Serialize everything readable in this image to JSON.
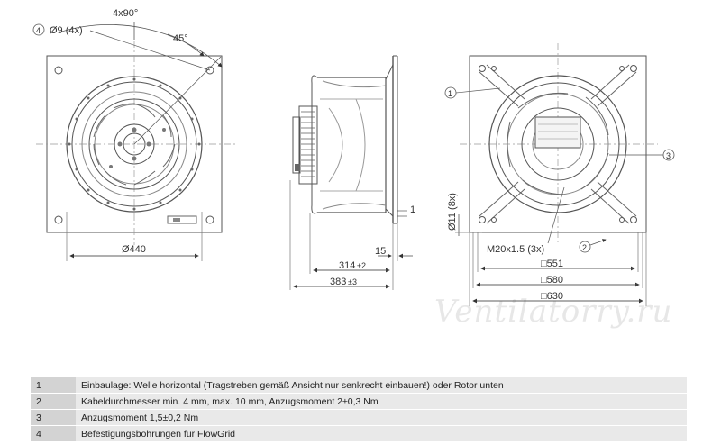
{
  "front_view": {
    "angle_pattern": "4x90°",
    "angle": "45°",
    "hole_callout_num": "4",
    "hole_callout": "Ø9 (4x)",
    "diameter": "Ø440"
  },
  "side_view": {
    "flange": "15",
    "depth_1": "314",
    "tol_1": "±2",
    "depth_2": "383",
    "tol_2": "±3",
    "callout_1": "1"
  },
  "rear_view": {
    "callout_1": "1",
    "callout_2": "2",
    "callout_3": "3",
    "hole_dim": "Ø11 (8x)",
    "thread": "M20x1.5 (3x)",
    "dim_551": "□551",
    "dim_580": "□580",
    "dim_630": "□630"
  },
  "watermark": "Ventilatorry.ru",
  "notes": [
    {
      "num": "1",
      "text": "Einbaulage: Welle horizontal (Tragstreben gemäß Ansicht nur senkrecht einbauen!) oder Rotor unten"
    },
    {
      "num": "2",
      "text": "Kabeldurchmesser min. 4 mm, max. 10 mm, Anzugsmoment 2±0,3 Nm"
    },
    {
      "num": "3",
      "text": "Anzugsmoment 1,5±0,2 Nm"
    },
    {
      "num": "4",
      "text": "Befestigungsbohrungen für FlowGrid"
    }
  ]
}
